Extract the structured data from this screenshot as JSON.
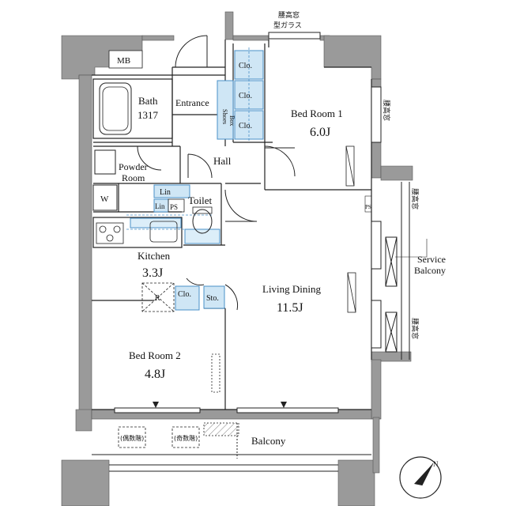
{
  "rooms": {
    "bedroom1": {
      "name": "Bed Room 1",
      "size": "6.0J"
    },
    "bedroom2": {
      "name": "Bed Room 2",
      "size": "4.8J"
    },
    "living": {
      "name": "Living Dining",
      "size": "11.5J"
    },
    "kitchen": {
      "name": "Kitchen",
      "size": "3.3J"
    },
    "bath": {
      "name": "Bath",
      "code": "1317"
    },
    "entrance": "Entrance",
    "hall": "Hall",
    "powder": {
      "line1": "Powder",
      "line2": "Room"
    },
    "toilet": "Toilet",
    "balcony": "Balcony",
    "service_balcony": {
      "line1": "Service",
      "line2": "Balcony"
    }
  },
  "storage": {
    "mb": "MB",
    "closet": "Clo.",
    "shoes_box": {
      "line1": "Shoes",
      "line2": "Box"
    },
    "linen": "Lin",
    "ps": "PS",
    "washer": "W",
    "fridge": "R",
    "storage": "Sto."
  },
  "window_notes": {
    "koshidaka": "腰高窓",
    "katagarasu": "型ガラス"
  },
  "balcony_hatches": {
    "even": "(偶数階)",
    "odd": "(奇数階)"
  },
  "compass": {
    "north": "N"
  },
  "colors": {
    "wall": "#9a9a9a",
    "storage_fill": "#cfe6f5",
    "storage_stroke": "#4a90c8",
    "line": "#222222"
  }
}
